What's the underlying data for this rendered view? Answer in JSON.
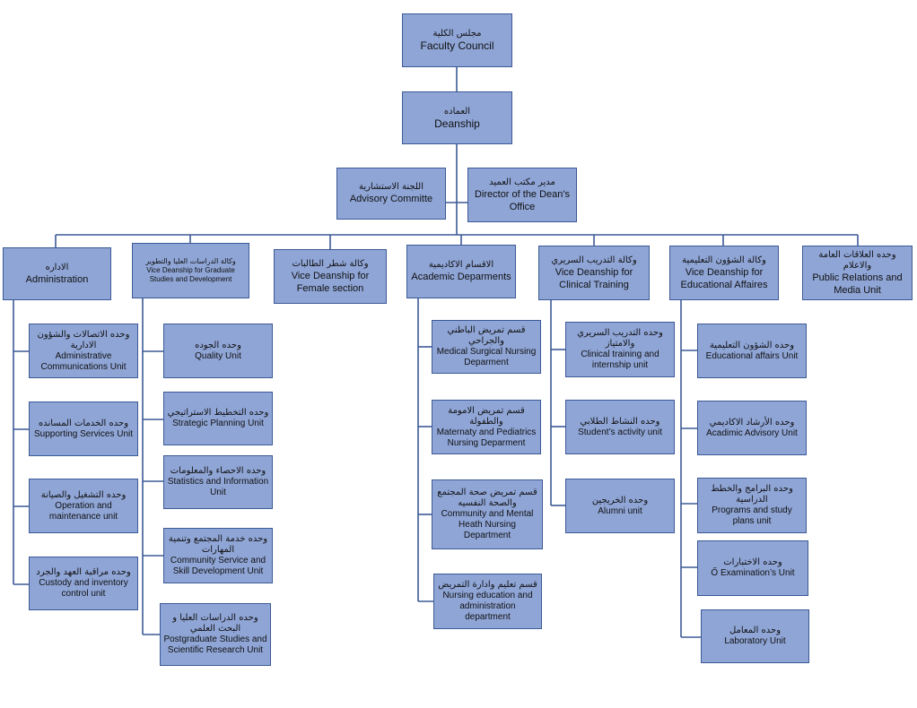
{
  "nodes": {
    "faculty_council": {
      "ar": "مجلس الكلية",
      "en": "Faculty Council"
    },
    "deanship": {
      "ar": "العماده",
      "en": "Deanship"
    },
    "advisory": {
      "ar": "اللجنة الاستشارية",
      "en": "Advisory Committe"
    },
    "director_office": {
      "ar": "مدير مكتب العميد",
      "en": "Director of the Dean's Office"
    },
    "administration": {
      "ar": "الاداره",
      "en": "Administration"
    },
    "vd_graduate": {
      "ar": "وكالة الدراسات العليا والتطوير",
      "en": "Vice Deanship for Graduate Studies and Development"
    },
    "vd_female": {
      "ar": "وكالة شطر الطالبات",
      "en": "Vice Deanship for Female section"
    },
    "academic_departments": {
      "ar": "الاقسام الاكاديمية",
      "en": "Academic Deparments"
    },
    "vd_clinical": {
      "ar": "وكالة التدريب السريري",
      "en": "Vice Deanship for Clinical Training"
    },
    "vd_educational": {
      "ar": "وكالة الشؤون التعليمية",
      "en": "Vice Deanship for Educational Affaires"
    },
    "public_relations": {
      "ar": "وحده العلاقات العامة والاعلام",
      "en": "Public Relations and Media Unit"
    },
    "admin_comm": {
      "ar": "وحده الاتصالات والشؤون الادارية",
      "en": "Administrative Communications Unit"
    },
    "supporting": {
      "ar": "وحده الخدمات المسانده",
      "en": "Supporting Services Unit"
    },
    "operation": {
      "ar": "وحده التشغيل والصيانة",
      "en": "Operation and maintenance unit"
    },
    "custody": {
      "ar": "وحده مراقبة العهد والجرد",
      "en": "Custody and inventory control unit"
    },
    "quality": {
      "ar": "وحده الجوده",
      "en": "Quality Unit"
    },
    "strategic": {
      "ar": "وحده التخطيط الاستراتيجي",
      "en": "Strategic Planning Unit"
    },
    "statistics": {
      "ar": "وحده الاحصاء والمعلومات",
      "en": "Statistics and Information Unit"
    },
    "community_service": {
      "ar": "وحده خدمة المجتمع وتنمية المهارات",
      "en": "Community Service and Skill Development Unit"
    },
    "postgraduate": {
      "ar": "وحده الدراسات العليا و البحث العلمي",
      "en": "Postgraduate Studies and Scientific Research Unit"
    },
    "med_surg": {
      "ar": "قسم تمريض الباطني والجراحي",
      "en": "Medical Surgical Nursing Deparment"
    },
    "maternity": {
      "ar": "قسم تمريض الامومة والطفولة",
      "en": "Maternaty and Pediatrics Nursing Deparment"
    },
    "community_mental": {
      "ar": "قسم تمريض صحة المجتمع والصحة النفسيه",
      "en": "Community and Mental Heath Nursing Department"
    },
    "nursing_edu": {
      "ar": "قسم تعليم وادارة التمريض",
      "en": "Nursing education and administration department"
    },
    "clinical_unit": {
      "ar": "وحده التدريب السريري والامتياز",
      "en": "Clinical training and internship unit"
    },
    "student_activity": {
      "ar": "وحده النشاط الطلابي",
      "en": "Student’s activity unit"
    },
    "alumni": {
      "ar": "وحده الخريجين",
      "en": "Alumni unit"
    },
    "edu_affairs": {
      "ar": "وحده الشؤون التعليمية",
      "en": "Educational affairs Unit"
    },
    "advisory_unit": {
      "ar": "وحده الأرشاد الاكاديمي",
      "en": "Acadimic Advisory Unit"
    },
    "programs": {
      "ar": "وحده البرامج والخطط الدراسية",
      "en": "Programs and study plans unit"
    },
    "exams": {
      "ar": "وحده الاختبارات",
      "en": "Ő Examination’s Unit"
    },
    "laboratory": {
      "ar": "وحده المعامل",
      "en": "Laboratory Unit"
    }
  },
  "colors": {
    "box_fill": "#8fa5d6",
    "box_border": "#3c5a96",
    "connector": "#3c5a96"
  }
}
